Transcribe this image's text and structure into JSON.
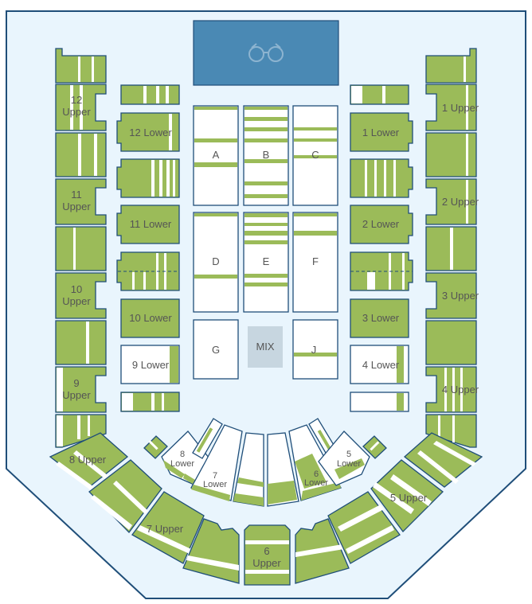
{
  "colors": {
    "arena": "#e9f5fd",
    "outline": "#1f4e79",
    "available": "#9bbb59",
    "unavailable": "#ffffff",
    "stage": "#4a89b4",
    "mix": "#c7d6e0"
  },
  "stage": {
    "icon": "binoculars-icon"
  },
  "floor": {
    "A": "A",
    "B": "B",
    "C": "C",
    "D": "D",
    "E": "E",
    "F": "F",
    "G": "G",
    "J": "J",
    "mix": "MIX"
  },
  "lower_left": {
    "s12": "12 Lower",
    "s11": "11 Lower",
    "s10": "10 Lower",
    "s9": "9 Lower"
  },
  "lower_right": {
    "s1": "1 Lower",
    "s2": "2 Lower",
    "s3": "3 Lower",
    "s4": "4 Lower"
  },
  "upper_left": {
    "s12": [
      "12",
      "Upper"
    ],
    "s11": [
      "11",
      "Upper"
    ],
    "s10": [
      "10",
      "Upper"
    ],
    "s9": [
      "9",
      "Upper"
    ]
  },
  "upper_right": {
    "s1": "1 Upper",
    "s2": "2 Upper",
    "s3": "3 Upper",
    "s4": "4 Upper"
  },
  "bowl": {
    "l8": [
      "8",
      "Lower"
    ],
    "l7": [
      "7",
      "Lower"
    ],
    "l6": [
      "6",
      "Lower"
    ],
    "l5": [
      "5",
      "Lower"
    ],
    "u8": "8 Upper",
    "u7": "7 Upper",
    "u6": [
      "6",
      "Upper"
    ],
    "u5": "5 Upper"
  }
}
